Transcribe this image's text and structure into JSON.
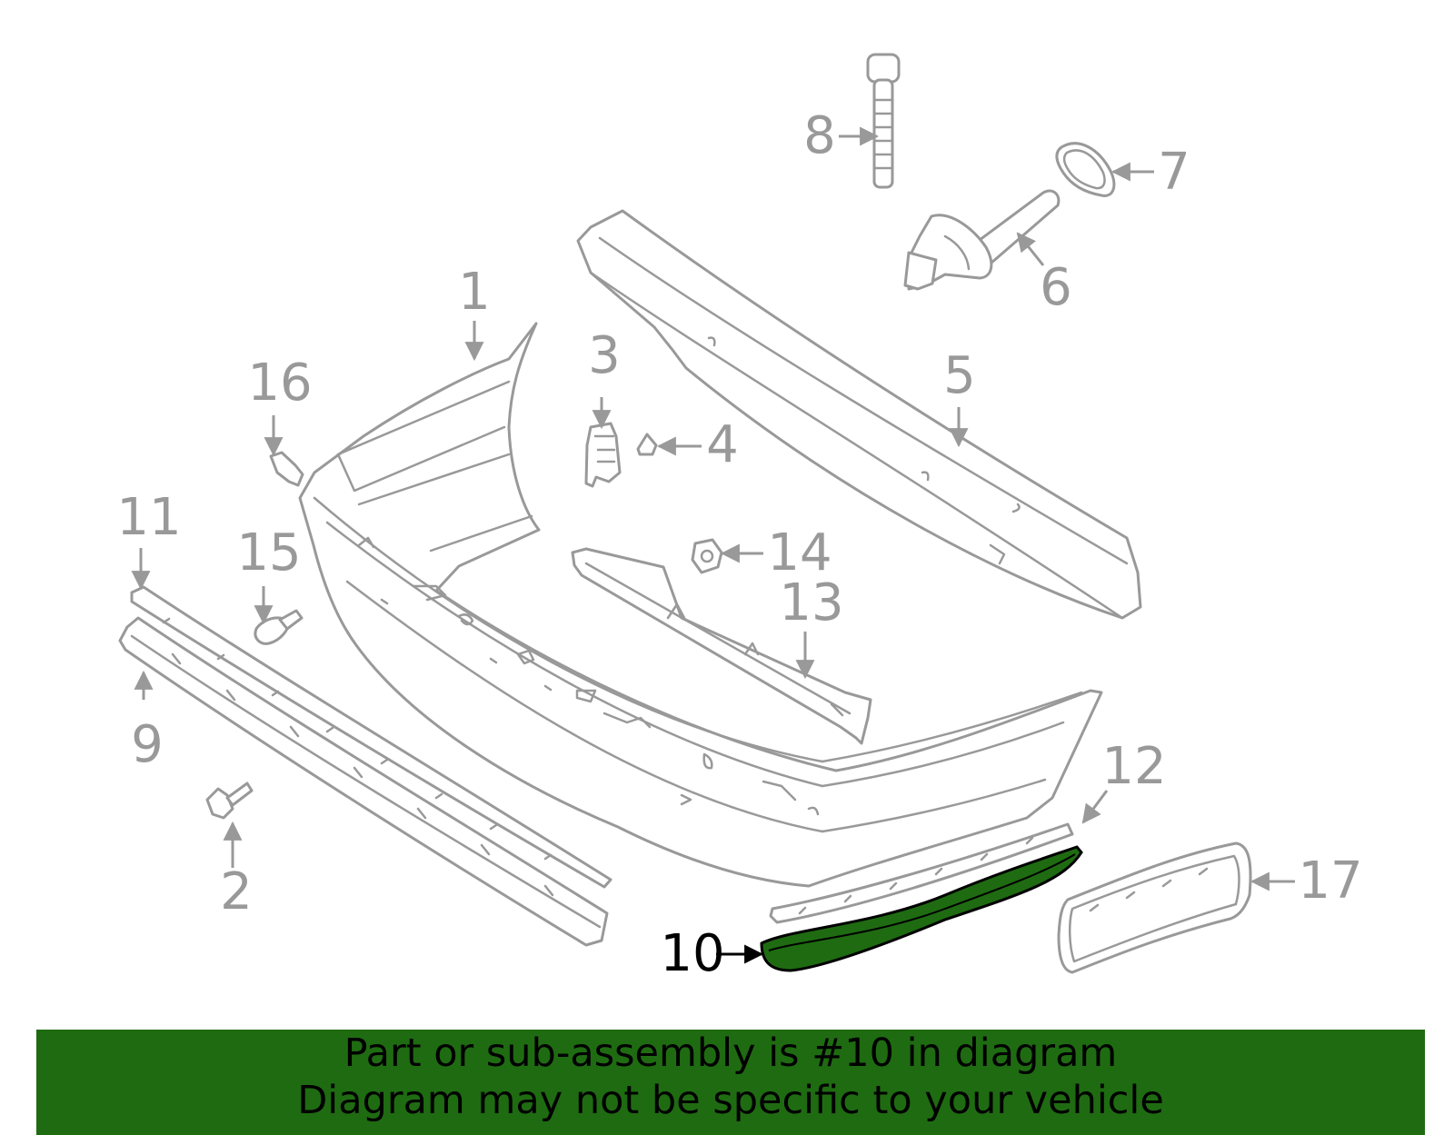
{
  "colors": {
    "highlight": "#1f6b12",
    "line": "#999999",
    "banner": "#1f6b12",
    "highlight_text": "#000000"
  },
  "callouts": [
    "1",
    "2",
    "3",
    "4",
    "5",
    "6",
    "7",
    "8",
    "9",
    "10",
    "11",
    "12",
    "13",
    "14",
    "15",
    "16",
    "17"
  ],
  "highlighted_part": "10",
  "banner": {
    "line1": "Part or sub-assembly is #10 in diagram",
    "line2": "Diagram may not be specific to your vehicle"
  }
}
